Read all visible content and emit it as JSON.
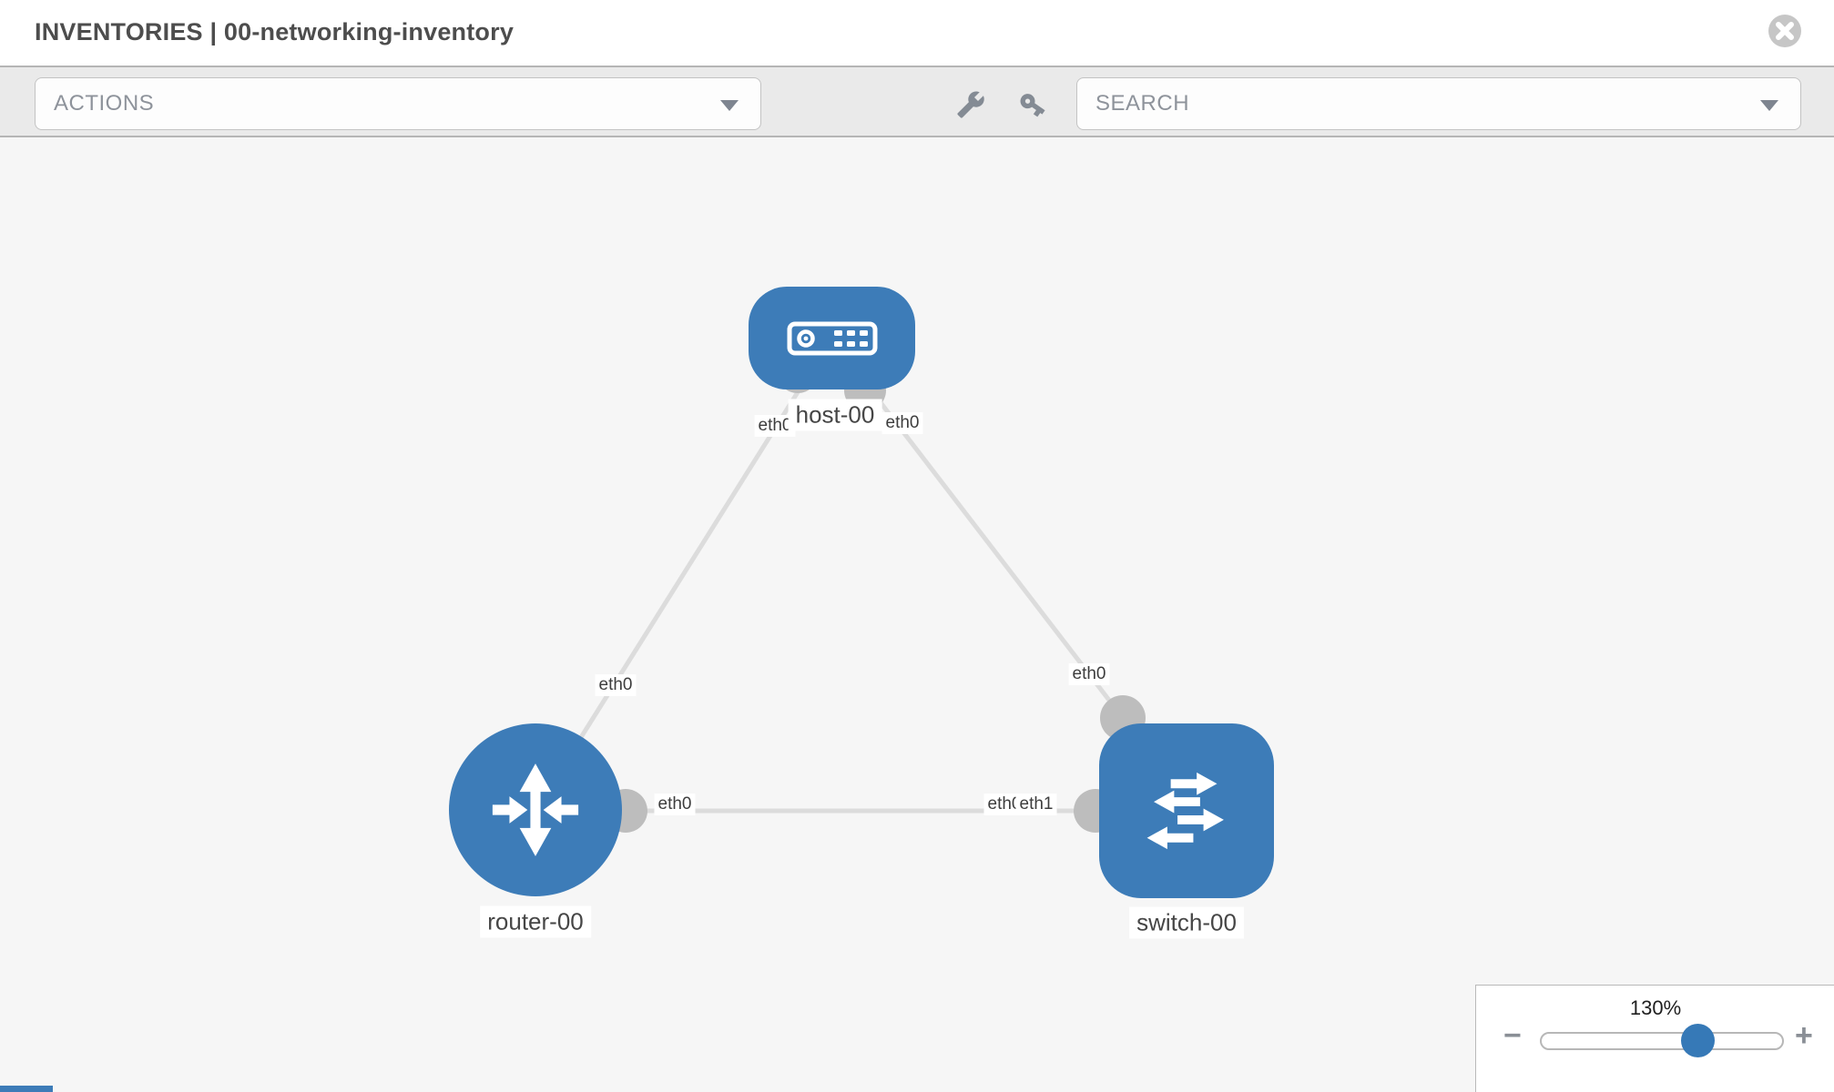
{
  "header": {
    "title": "INVENTORIES | 00-networking-inventory"
  },
  "toolbar": {
    "actions_placeholder": "ACTIONS",
    "search_placeholder": "SEARCH",
    "icons": [
      "wrench-icon",
      "key-icon"
    ]
  },
  "canvas": {
    "nodes": [
      {
        "id": "host-00",
        "label": "host-00",
        "type": "host",
        "shape": "rounded-rect",
        "icon": "server-icon"
      },
      {
        "id": "router-00",
        "label": "router-00",
        "type": "router",
        "shape": "circle",
        "icon": "router-arrows-icon"
      },
      {
        "id": "switch-00",
        "label": "switch-00",
        "type": "switch",
        "shape": "rounded-square",
        "icon": "switch-arrows-icon"
      }
    ],
    "links": [
      {
        "source": "host-00",
        "source_if": "eth0",
        "target": "router-00",
        "target_if": "eth0"
      },
      {
        "source": "host-00",
        "source_if": "eth0",
        "target": "switch-00",
        "target_if": "eth0"
      },
      {
        "source": "router-00",
        "source_if": "eth0",
        "target": "switch-00",
        "target_if": "eth1",
        "target_if_overlapped": "eth0"
      }
    ]
  },
  "zoom_control": {
    "value": "130%",
    "minus": "−",
    "plus": "+"
  },
  "colors": {
    "node_blue": "#3d7cb8",
    "link_gray": "#dcdcdc",
    "endpoint_gray": "#bdbdbd",
    "toolbar_bg": "#eaeaea"
  }
}
